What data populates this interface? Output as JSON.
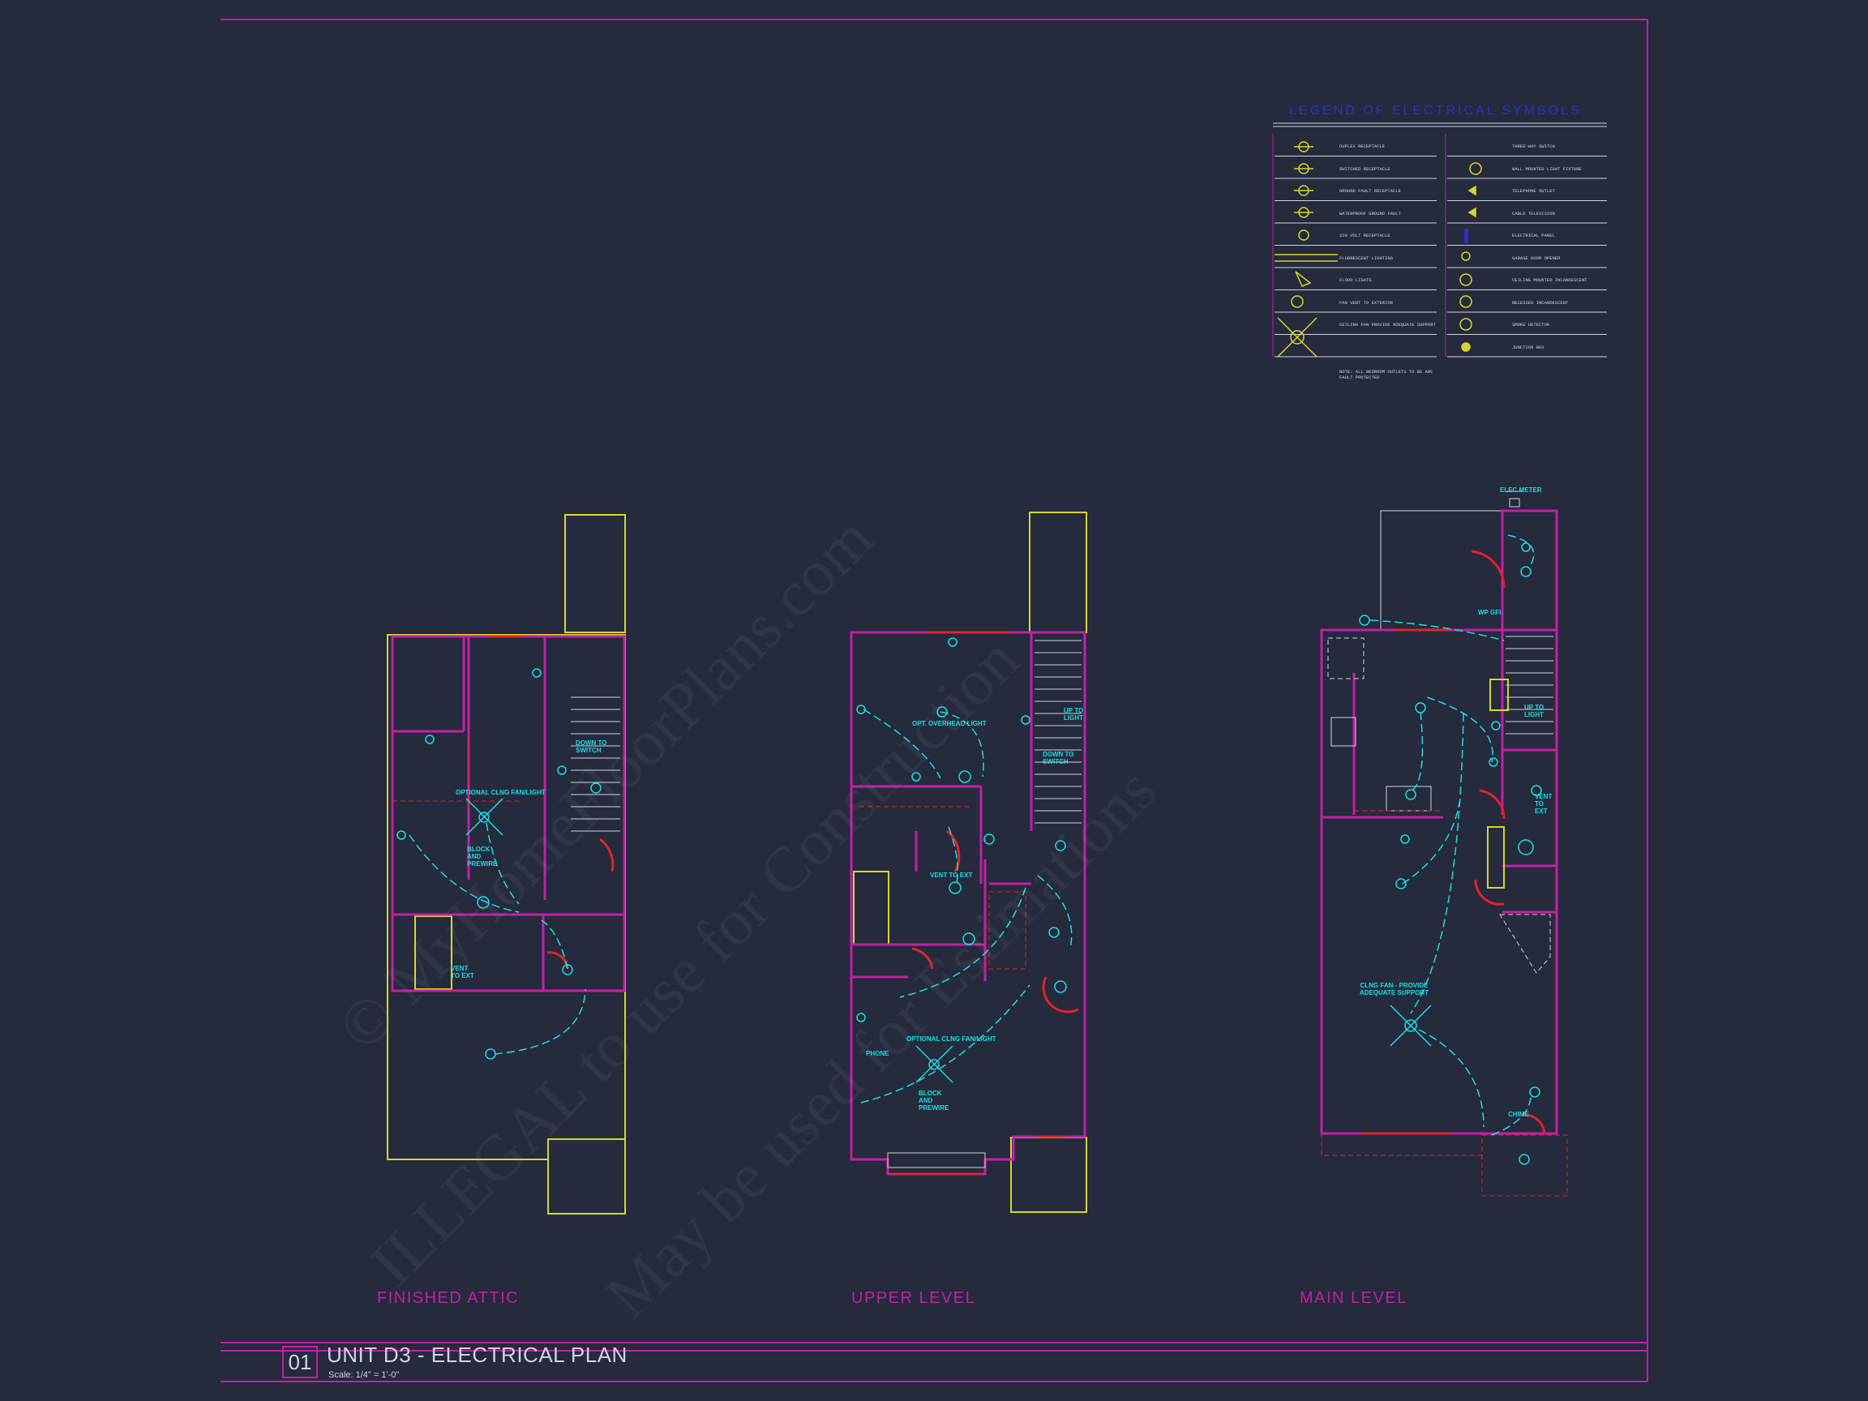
{
  "sheet": {
    "number": "01",
    "title": "UNIT D3 - ELECTRICAL PLAN",
    "scale": "Scale: 1/4\" = 1'-0\""
  },
  "levels": {
    "attic": "FINISHED ATTIC",
    "upper": "UPPER LEVEL",
    "main": "MAIN LEVEL"
  },
  "legend": {
    "title": "LEGEND OF ELECTRICAL SYMBOLS",
    "left_items": [
      "DUPLEX RECEPTACLE",
      "SWITCHED RECEPTACLE",
      "GROUND FAULT RECEPTACLE",
      "WATERPROOF GROUND FAULT",
      "220 VOLT RECEPTACLE",
      "FLUORESCENT LIGHTING",
      "FLOOD LIGHTS",
      "FAN VENT TO EXTERIOR",
      "CEILING FAN PROVIDE ADEQUATE SUPPORT"
    ],
    "right_items": [
      "THREE-WAY SWITCH",
      "WALL MOUNTED LIGHT FIXTURE",
      "TELEPHONE OUTLET",
      "CABLE TELEVISION",
      "ELECTRICAL PANEL",
      "GARAGE DOOR OPENER",
      "CEILING MOUNTED INCANDESCENT",
      "RECESSED INCANDESCENT",
      "SMOKE DETECTOR",
      "JUNCTION BOX"
    ],
    "note": "NOTE: ALL BEDROOM OUTLETS TO BE ARC FAULT PROTECTED"
  },
  "notes": {
    "attic_fan": "OPTIONAL CLNG FAN/LIGHT",
    "attic_block": "BLOCK AND PREWIRE",
    "attic_down": "DOWN TO SWITCH",
    "attic_vent": "VENT TO EXT",
    "upper_overhead": "OPT. OVERHEAD LIGHT",
    "upper_up": "UP TO LIGHT",
    "upper_down": "DOWN TO SWITCH",
    "upper_vent": "VENT TO EXT",
    "upper_fan": "OPTIONAL CLNG FAN/LIGHT",
    "upper_block": "BLOCK AND PREWIRE",
    "upper_phone": "PHONE",
    "main_elec_meter": "ELEC METER",
    "main_wp": "WP GFI",
    "main_up": "UP TO LIGHT",
    "main_vent": "VENT TO EXT",
    "main_fan": "CLNG FAN - PROVIDE ADEQUATE SUPPORT",
    "main_chime": "CHIME"
  },
  "watermark": {
    "line1": "© MyHomeFloorPlans.com",
    "line2": "ILLEGAL to use for Construction",
    "line3": "May be used for Estimations"
  },
  "colors": {
    "background": "#252a3c",
    "wall": "#c21fa8",
    "yellow": "#d8d62a",
    "cyan": "#19e0e6",
    "red": "#e0232a",
    "text": "#cfd3e6"
  }
}
